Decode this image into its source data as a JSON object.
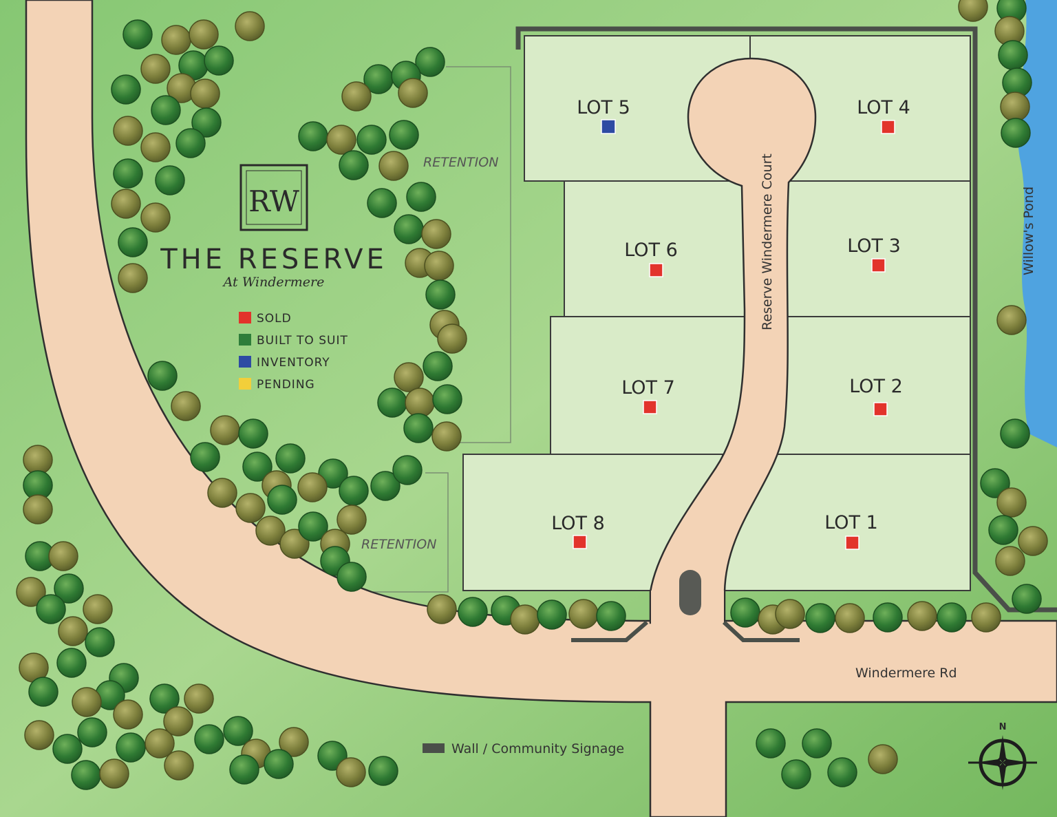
{
  "brand": {
    "monogram": "RW",
    "title": "THE RESERVE",
    "subtitle": "At Windermere"
  },
  "legend": {
    "items": [
      {
        "label": "SOLD",
        "color": "#e2332b"
      },
      {
        "label": "BUILT TO SUIT",
        "color": "#2e7d3a"
      },
      {
        "label": "INVENTORY",
        "color": "#2e4ba3"
      },
      {
        "label": "PENDING",
        "color": "#f2cf3a"
      }
    ]
  },
  "lots": [
    {
      "label": "LOT 1",
      "status": "SOLD"
    },
    {
      "label": "LOT 2",
      "status": "SOLD"
    },
    {
      "label": "LOT 3",
      "status": "SOLD"
    },
    {
      "label": "LOT 4",
      "status": "SOLD"
    },
    {
      "label": "LOT 5",
      "status": "INVENTORY"
    },
    {
      "label": "LOT 6",
      "status": "SOLD"
    },
    {
      "label": "LOT 7",
      "status": "SOLD"
    },
    {
      "label": "LOT 8",
      "status": "SOLD"
    }
  ],
  "labels": {
    "retention_top": "RETENTION",
    "retention_bottom": "RETENTION",
    "court": "Reserve Windermere Court",
    "road": "Windermere Rd",
    "pond": "Willow's Pond",
    "wall_note": "Wall / Community Signage",
    "north": "N"
  },
  "colors": {
    "grass": "#7fbf6a",
    "lot_fill": "#d9ebc8",
    "road": "#f3d3b6",
    "pond": "#4fa3e0",
    "wall": "#4a4f49"
  }
}
